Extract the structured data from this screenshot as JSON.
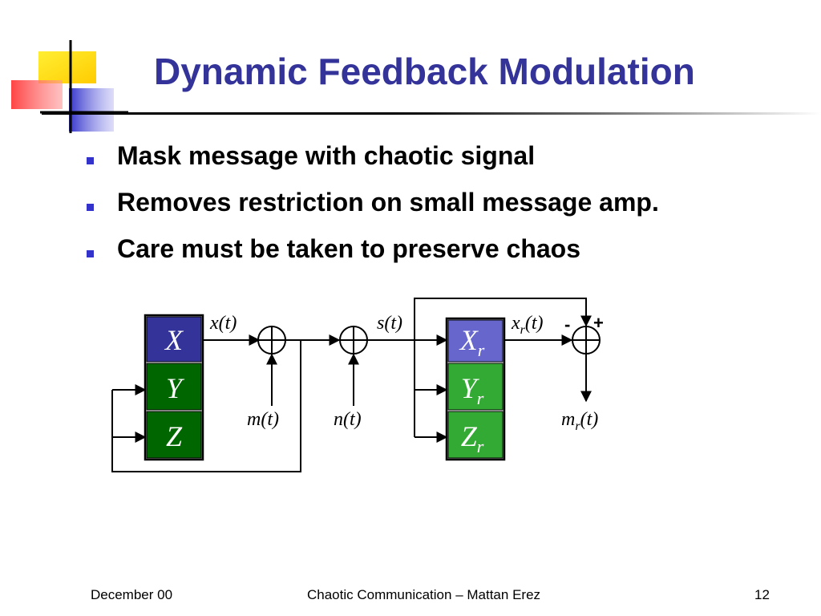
{
  "slide": {
    "title": "Dynamic Feedback Modulation",
    "bullets": [
      "Mask message with chaotic signal",
      "Removes restriction on small message amp.",
      "Care must be taken to preserve chaos"
    ],
    "colors": {
      "title": "#333399",
      "bullet": "#3333cc",
      "transmitter_x_block": "#333399",
      "transmitter_yz_block": "#006600",
      "receiver_x_block": "#6666cc",
      "receiver_yz_block": "#33aa33"
    }
  },
  "diagram": {
    "transmitter": {
      "x": "X",
      "y": "Y",
      "z": "Z"
    },
    "receiver": {
      "x": "X",
      "y": "Y",
      "z": "Z",
      "subscript": "r"
    },
    "signals": {
      "x_base": "x",
      "x_arg": "(t)",
      "m_base": "m",
      "m_arg": "(t)",
      "n_base": "n",
      "n_arg": "(t)",
      "s_base": "s",
      "s_arg": "(t)",
      "xr_base": "x",
      "xr_sub": "r",
      "xr_arg": "(t)",
      "mr_base": "m",
      "mr_sub": "r",
      "mr_arg": "(t)"
    },
    "signs": {
      "minus": "-",
      "plus": "+"
    }
  },
  "footer": {
    "date": "December 00",
    "center": "Chaotic Communication – Mattan Erez",
    "page": "12"
  }
}
